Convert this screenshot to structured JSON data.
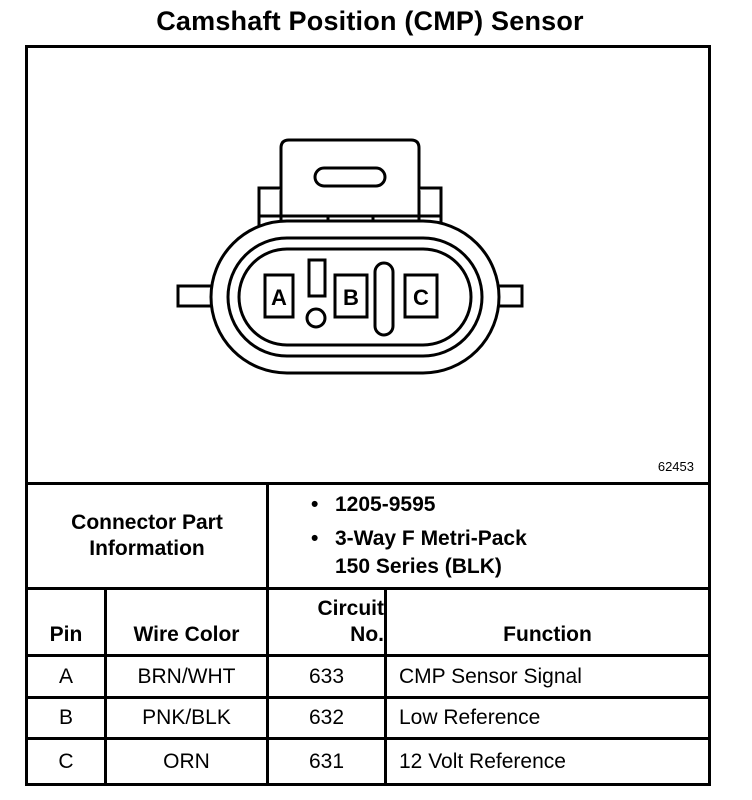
{
  "title": "Camshaft Position (CMP) Sensor",
  "figure_id": "62453",
  "connector": {
    "pin_labels": [
      "A",
      "B",
      "C"
    ]
  },
  "connector_part_info": {
    "label_line1": "Connector Part",
    "label_line2": "Information",
    "items": [
      {
        "bullet": "•",
        "line1": "1205-9595",
        "line2": ""
      },
      {
        "bullet": "•",
        "line1": "3-Way F Metri-Pack",
        "line2": "150 Series (BLK)"
      }
    ]
  },
  "table": {
    "headers": {
      "pin": "Pin",
      "wire_color": "Wire Color",
      "circuit_line1": "Circuit",
      "circuit_line2": "No.",
      "function": "Function"
    },
    "rows": [
      {
        "pin": "A",
        "wire_color": "BRN/WHT",
        "circuit": "633",
        "function": "CMP Sensor Signal"
      },
      {
        "pin": "B",
        "wire_color": "PNK/BLK",
        "circuit": "632",
        "function": "Low Reference"
      },
      {
        "pin": "C",
        "wire_color": "ORN",
        "circuit": "631",
        "function": "12 Volt Reference"
      }
    ]
  }
}
